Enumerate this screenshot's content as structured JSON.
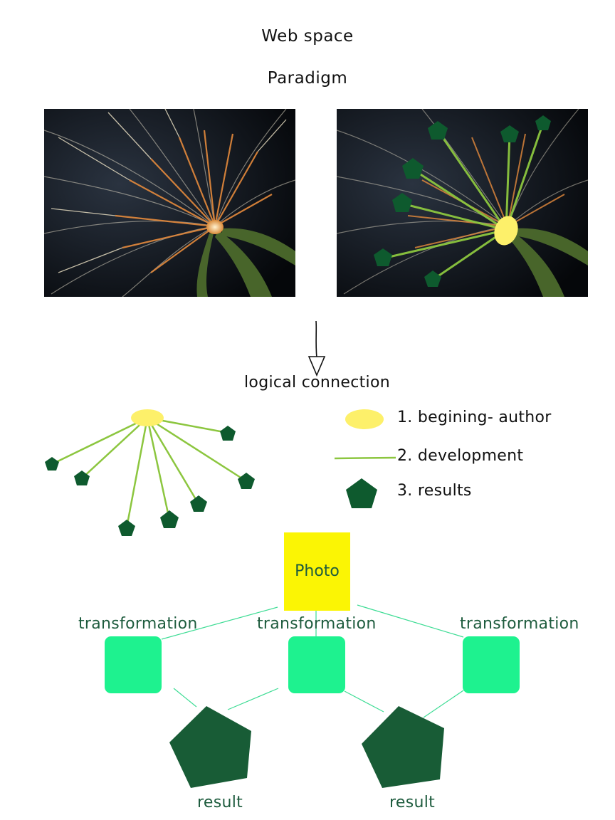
{
  "header": {
    "title": "Web space",
    "subtitle": "Paradigm"
  },
  "arrow_label": "logical connection",
  "legend": {
    "items": [
      {
        "label": "1. begining- author",
        "icon": "yellow-ellipse-icon"
      },
      {
        "label": "2. development",
        "icon": "green-line-icon"
      },
      {
        "label": "3. results",
        "icon": "dark-green-pentagon-icon"
      }
    ]
  },
  "flow": {
    "root": "Photo",
    "transformations": [
      "transformation",
      "transformation",
      "transformation"
    ],
    "results": [
      "result",
      "result"
    ]
  },
  "colors": {
    "author_yellow": "#fdf06a",
    "development_green": "#8cc63f",
    "result_dark_green": "#0e5a2e",
    "photo_yellow": "#fbf504",
    "transformation_green": "#1ef28f",
    "result_node_green": "#185c36",
    "text_green": "#1e5c3e"
  }
}
